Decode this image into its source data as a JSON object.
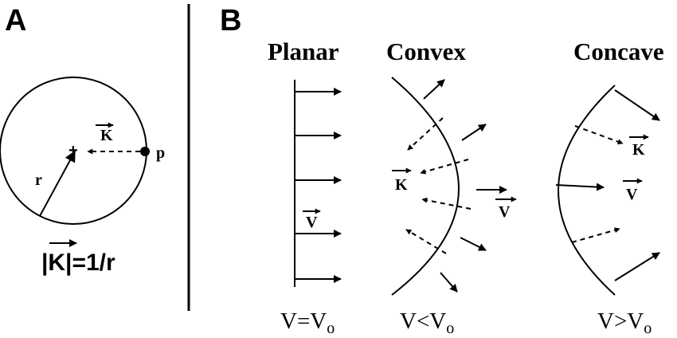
{
  "panel_a": {
    "letter": "A",
    "label_r": "r",
    "label_p": "p",
    "label_k": "K",
    "plus": "+",
    "formula": "|K|=1/r"
  },
  "panel_b": {
    "letter": "B",
    "planar": {
      "title": "Planar",
      "v_label": "V",
      "relation": "V=V",
      "relation_sub": "o"
    },
    "convex": {
      "title": "Convex",
      "k_label": "K",
      "v_label": "V",
      "relation": "V<V",
      "relation_sub": "o"
    },
    "concave": {
      "title": "Concave",
      "k_label": "K",
      "v_label": "V",
      "relation": "V>V",
      "relation_sub": "o"
    }
  }
}
